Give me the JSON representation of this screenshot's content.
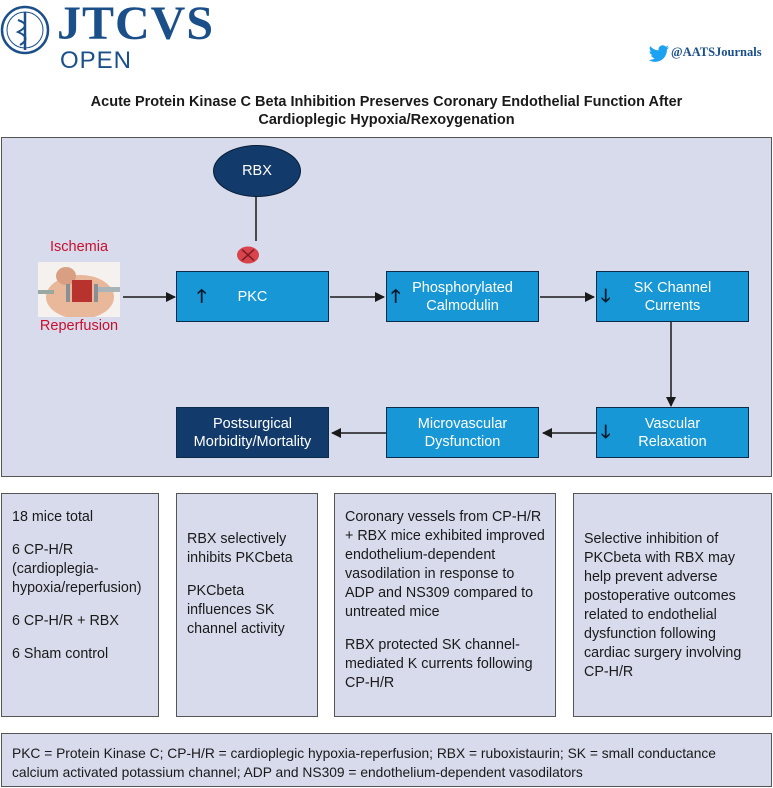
{
  "header": {
    "logo_title": "JTCVS",
    "logo_subtitle": "OPEN",
    "twitter_handle": "@AATSJournals"
  },
  "title": {
    "line1": "Acute Protein Kinase C Beta Inhibition Preserves Coronary Endothelial Function After",
    "line2": "Cardioplegic Hypoxia/Rexoygenation"
  },
  "diagram": {
    "inhibitor": "RBX",
    "ischemia_label": "Ischemia",
    "reperfusion_label": "Reperfusion",
    "boxes": {
      "pkc": "PKC",
      "phospho_line1": "Phosphorylated",
      "phospho_line2": "Calmodulin",
      "sk_line1": "SK Channel",
      "sk_line2": "Currents",
      "vascular_line1": "Vascular",
      "vascular_line2": "Relaxation",
      "micro_line1": "Microvascular",
      "micro_line2": "Dysfunction",
      "post_line1": "Postsurgical",
      "post_line2": "Morbidity/Mortality"
    },
    "up_arrow": "🡑",
    "down_arrow": "🡓",
    "colors": {
      "box_blue": "#1797d6",
      "box_dark": "#123b6b",
      "panel_bg": "#d8dbeb",
      "inhibit_red": "#d9434b",
      "label_red": "#c8102e"
    }
  },
  "info_boxes": {
    "methods": [
      "18 mice total",
      "6 CP-H/R (cardioplegia-hypoxia/reperfusion)",
      "6 CP-H/R + RBX",
      "6 Sham control"
    ],
    "mechanism": [
      "RBX selectively inhibits PKCbeta",
      "PKCbeta influences SK channel activity"
    ],
    "results": [
      "Coronary vessels from CP-H/R + RBX mice exhibited improved endothelium-dependent vasodilation in response to ADP and NS309 compared to untreated mice",
      "RBX protected SK channel-mediated K currents following CP-H/R"
    ],
    "conclusion": [
      "Selective inhibition of PKCbeta with RBX may help prevent adverse postoperative outcomes related to endothelial dysfunction following cardiac surgery involving CP-H/R"
    ]
  },
  "footer": {
    "text": "PKC = Protein Kinase C; CP-H/R = cardioplegic hypoxia-reperfusion; RBX = ruboxistaurin; SK = small conductance calcium activated potassium channel; ADP and NS309 = endothelium-dependent vasodilators"
  }
}
